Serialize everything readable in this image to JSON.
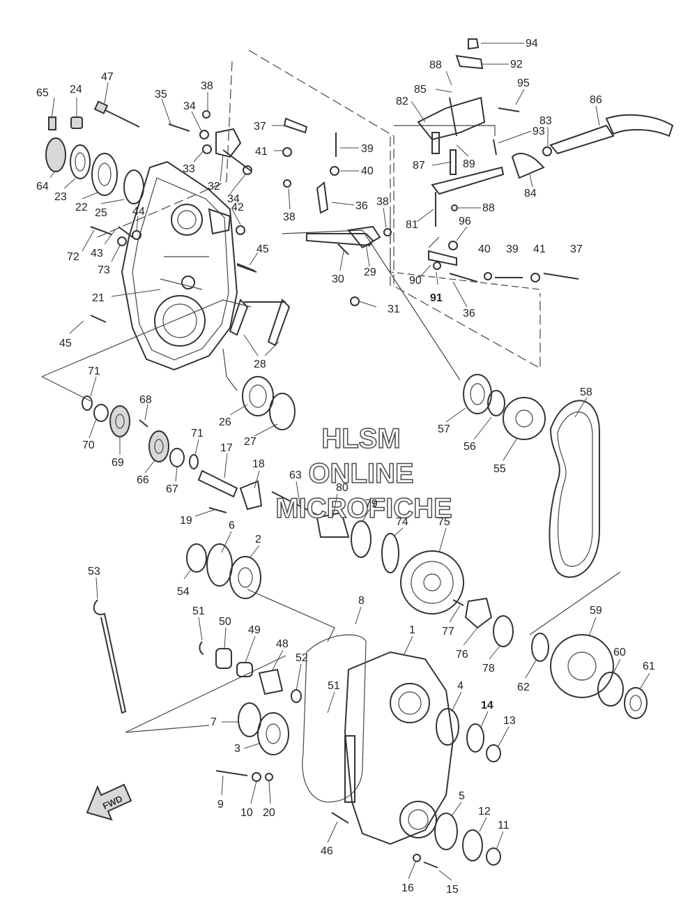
{
  "watermark": {
    "line1": "HLSM",
    "line2": "ONLINE",
    "line3": "MICROFICHE"
  },
  "direction_arrow": {
    "label": "FWD"
  },
  "callouts": [
    "94",
    "92",
    "88",
    "85",
    "82",
    "95",
    "86",
    "83",
    "93",
    "89",
    "87",
    "84",
    "88",
    "81",
    "96",
    "90",
    "40",
    "39",
    "41",
    "37",
    "91",
    "36",
    "65",
    "24",
    "47",
    "35",
    "38",
    "34",
    "37",
    "39",
    "41",
    "40",
    "33",
    "32",
    "34",
    "38",
    "36",
    "38",
    "64",
    "23",
    "22",
    "25",
    "44",
    "42",
    "72",
    "43",
    "73",
    "45",
    "29",
    "30",
    "31",
    "21",
    "45",
    "28",
    "71",
    "68",
    "26",
    "27",
    "57",
    "56",
    "58",
    "55",
    "70",
    "69",
    "66",
    "71",
    "67",
    "17",
    "18",
    "63",
    "80",
    "79",
    "74",
    "75",
    "19",
    "6",
    "2",
    "54",
    "53",
    "8",
    "1",
    "51",
    "50",
    "49",
    "48",
    "52",
    "51",
    "4",
    "7",
    "3",
    "14",
    "13",
    "9",
    "10",
    "20",
    "5",
    "12",
    "11",
    "46",
    "16",
    "15",
    "77",
    "76",
    "78",
    "62",
    "59",
    "60",
    "61"
  ]
}
